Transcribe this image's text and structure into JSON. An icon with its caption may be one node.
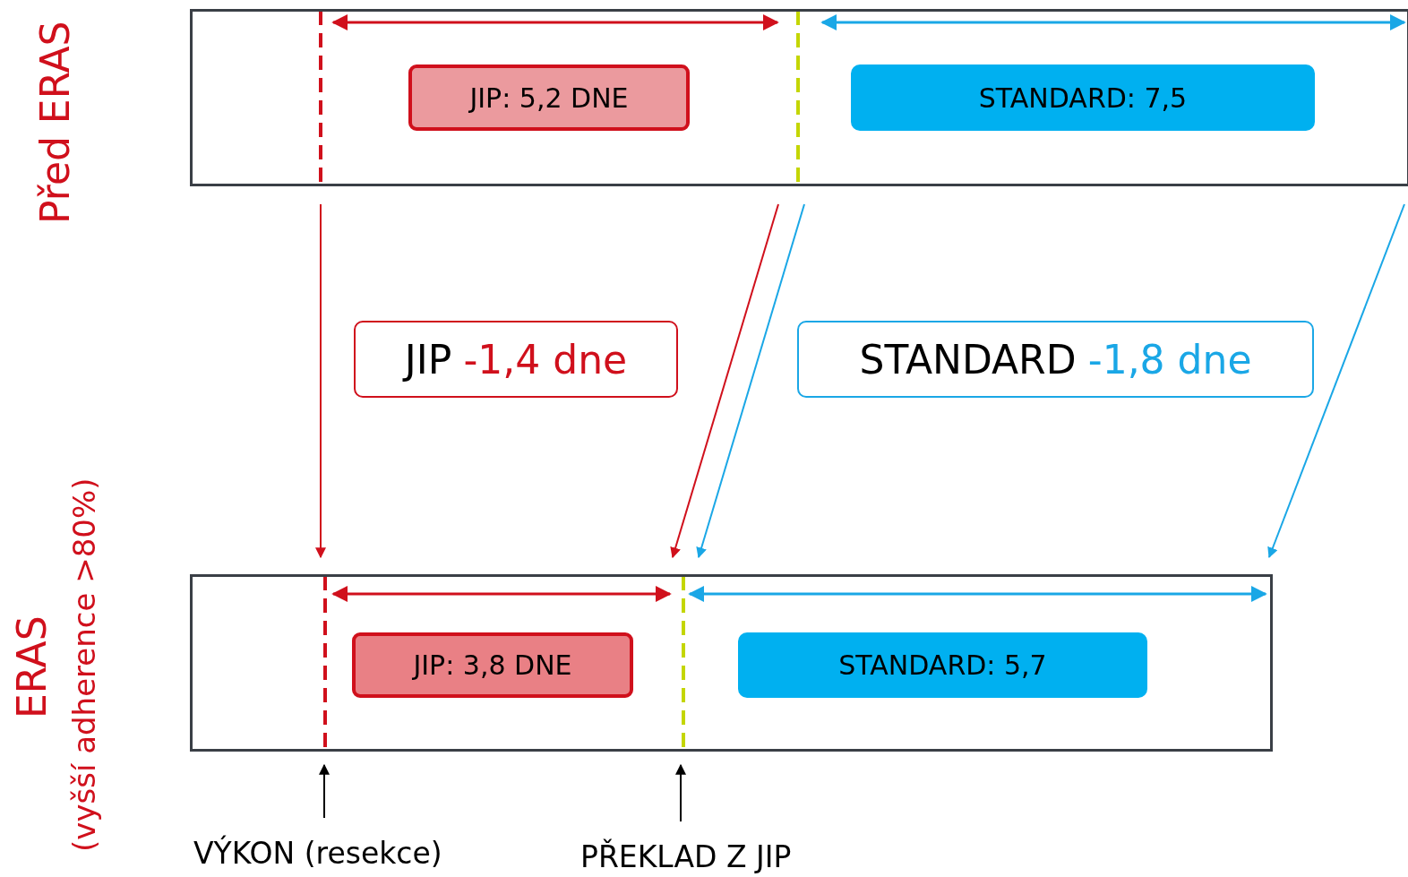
{
  "diagram": {
    "nodes": [
      {
        "text": [
          "Před ERAS"
        ]
      },
      {
        "text": [
          "JIP: 5,2 DNE"
        ],
        "in": 0
      },
      {
        "text": [
          "STANDARD: 7,5"
        ],
        "in": 0
      },
      {
        "text": [
          "JIP",
          "-1,4 dne"
        ]
      },
      {
        "text": [
          "STANDARD",
          "-1,8 dne"
        ]
      },
      {
        "text": [
          "ERAS",
          "(vyšší adherence >80%)"
        ]
      },
      {
        "text": [
          "JIP: 3,8 DNE"
        ],
        "in": 5
      },
      {
        "text": [
          "STANDARD: 5,7"
        ],
        "in": 5
      },
      {
        "text": [
          "VÝKON (resekce)"
        ]
      },
      {
        "text": [
          "PŘEKLAD Z JIP"
        ]
      }
    ],
    "edges": [
      {
        "from": 0,
        "to": 5,
        "arrow": "to",
        "color": "#d0101c"
      },
      {
        "from": 0,
        "to": 5,
        "arrow": "to",
        "color": "#d0101c"
      },
      {
        "from": 0,
        "to": 5,
        "arrow": "to",
        "color": "#1aa7e6"
      },
      {
        "from": 0,
        "to": 5,
        "arrow": "to",
        "color": "#1aa7e6"
      },
      {
        "from": 8,
        "to": 5,
        "arrow": "to",
        "color": "#000000"
      },
      {
        "from": 9,
        "to": 5,
        "arrow": "to",
        "color": "#000000"
      }
    ]
  }
}
